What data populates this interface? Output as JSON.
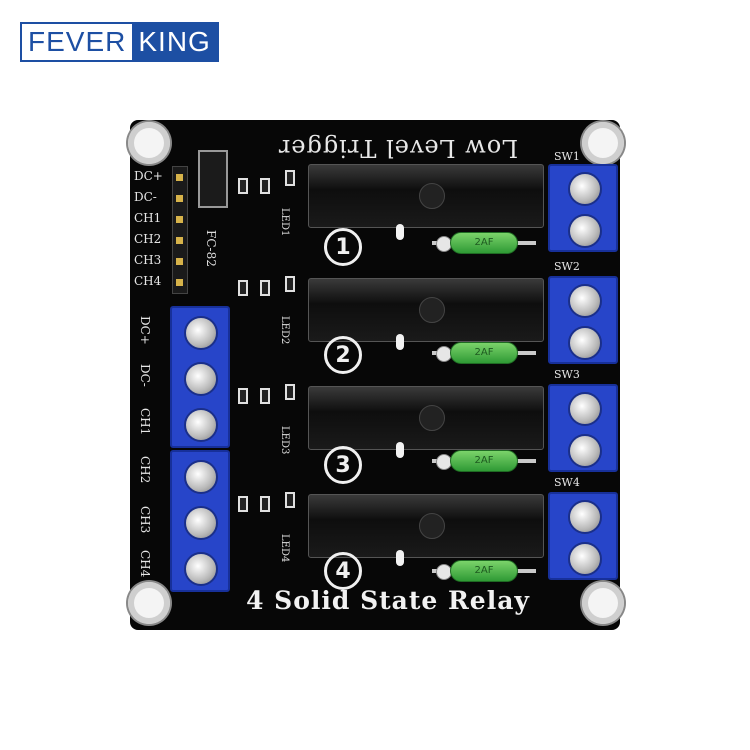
{
  "logo": {
    "word1": "FEVER",
    "word2": "KING",
    "colors": {
      "primary": "#1d4fa3",
      "background": "#ffffff"
    }
  },
  "board": {
    "title_upside_down": "Low Level Trigger",
    "footer": "4 Solid State Relay",
    "ic_label": "FC-82",
    "header_pins": [
      "DC+",
      "DC-",
      "CH1",
      "CH2",
      "CH3",
      "CH4"
    ],
    "left_terminal_labels": [
      "DC+",
      "DC-",
      "CH1",
      "CH2",
      "CH3",
      "CH4"
    ],
    "led_labels": [
      "LED1",
      "LED2",
      "LED3",
      "LED4"
    ],
    "relays": [
      {
        "number": "1",
        "fuse_text": "2AF",
        "switch": "SW1"
      },
      {
        "number": "2",
        "fuse_text": "2AF",
        "switch": "SW2"
      },
      {
        "number": "3",
        "fuse_text": "2AF",
        "switch": "SW3"
      },
      {
        "number": "4",
        "fuse_text": "2AF",
        "switch": "SW4"
      }
    ],
    "colors": {
      "pcb": "#070707",
      "terminal": "#2745c9",
      "fuse": "#3fae3f",
      "silkscreen": "#e8e8e8"
    }
  }
}
